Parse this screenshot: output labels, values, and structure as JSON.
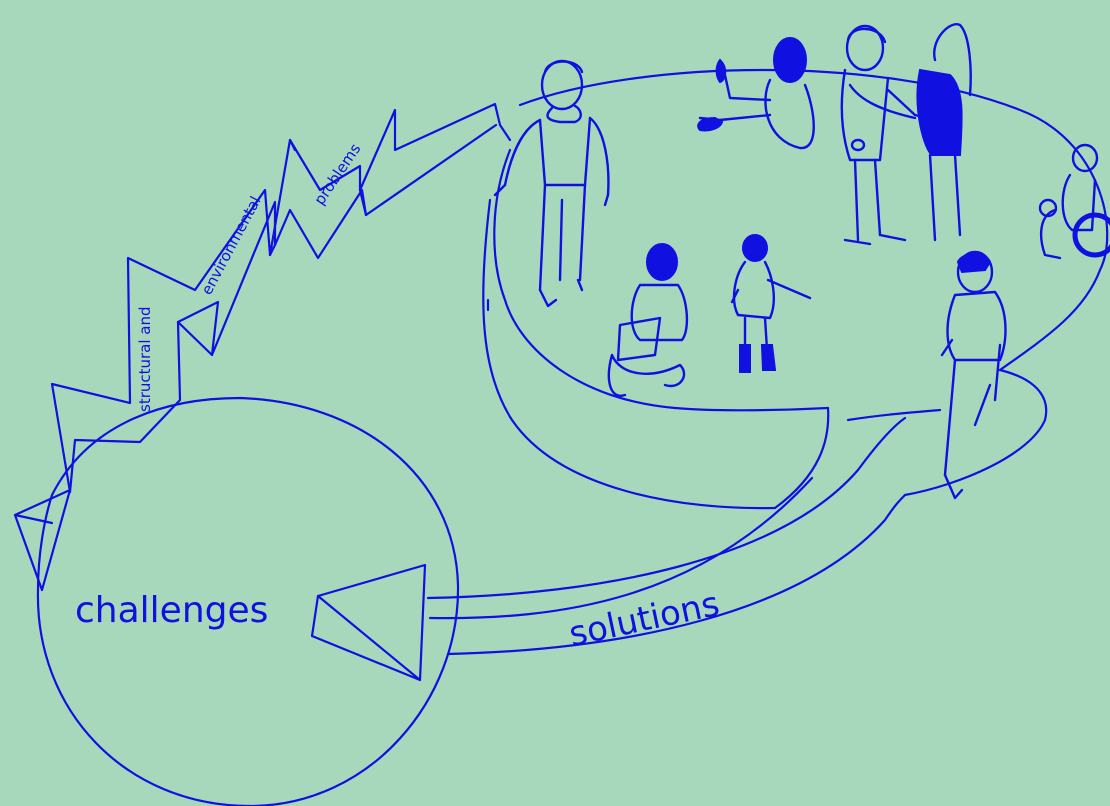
{
  "colors": {
    "background": "#a8d8bc",
    "ink": "#1010e0"
  },
  "labels": {
    "challenges": "challenges",
    "solutions": "solutions",
    "structural": "structural and",
    "environmental": "environmental",
    "problems": "problems"
  }
}
